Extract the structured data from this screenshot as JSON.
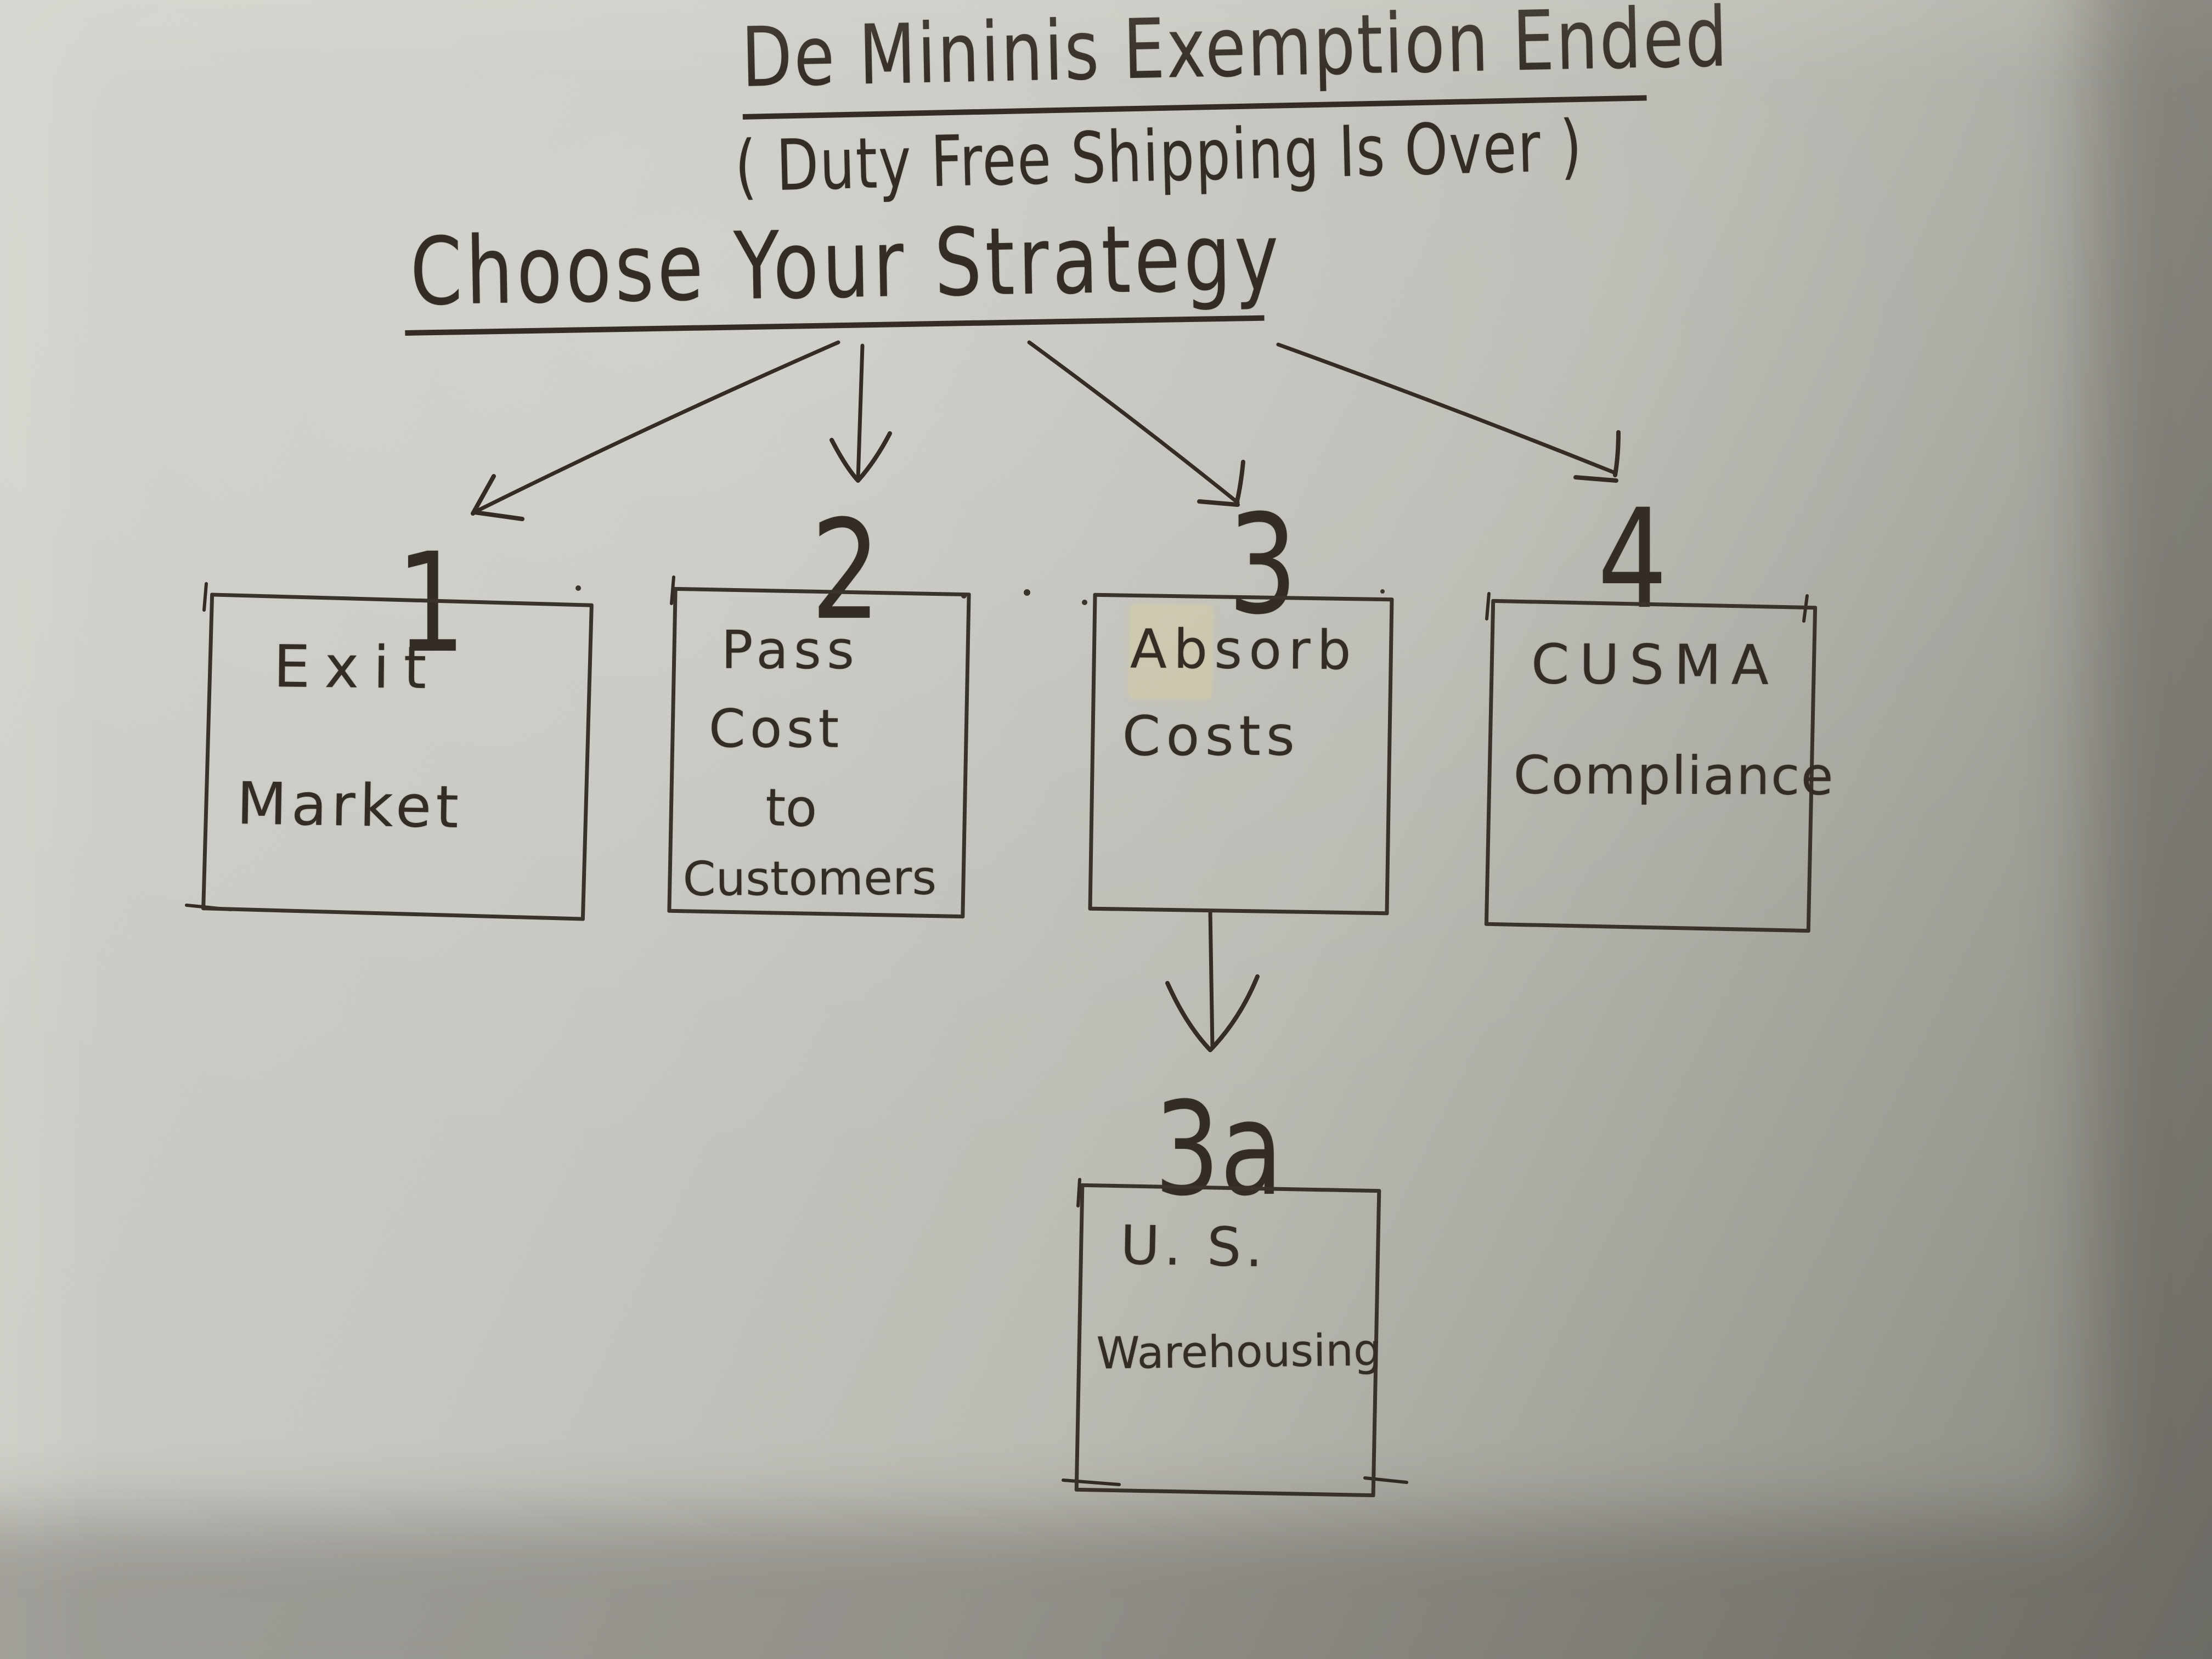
{
  "scene": {
    "kind": "hand-drawn flowchart photographed on paper",
    "paper_color": "#c8c7c1",
    "ink_color": "#342c25"
  },
  "title": {
    "line1": "De Mininis Exemption Ended",
    "line2": "( Duty Free Shipping Is Over )"
  },
  "heading": "Choose Your Strategy",
  "strategies": [
    {
      "number": "1",
      "lines": [
        "Exit",
        "Market"
      ]
    },
    {
      "number": "2",
      "lines": [
        "Pass",
        "Cost",
        "to",
        "Customers"
      ]
    },
    {
      "number": "3",
      "lines": [
        "Absorb",
        "Costs"
      ]
    },
    {
      "number": "4",
      "lines": [
        "CUSMA",
        "Compliance"
      ]
    }
  ],
  "substrategy": {
    "number": "3a",
    "lines": [
      "U. S.",
      "Warehousing"
    ]
  },
  "connections": [
    {
      "from": "Choose Your Strategy",
      "to": "1"
    },
    {
      "from": "Choose Your Strategy",
      "to": "2"
    },
    {
      "from": "Choose Your Strategy",
      "to": "3"
    },
    {
      "from": "Choose Your Strategy",
      "to": "4"
    },
    {
      "from": "3",
      "to": "3a"
    }
  ]
}
